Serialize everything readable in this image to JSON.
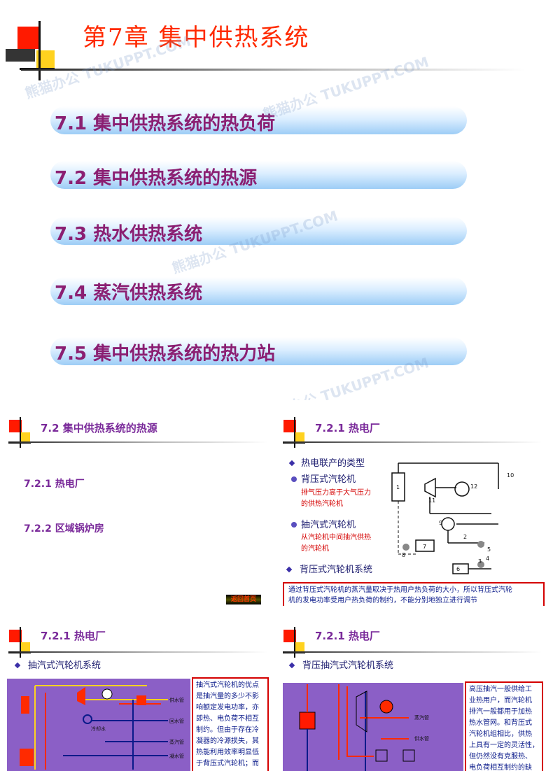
{
  "main": {
    "title": "第7章  集中供热系统",
    "items": [
      {
        "label": "7.1  集中供热系统的热负荷"
      },
      {
        "label": "7.2  集中供热系统的热源"
      },
      {
        "label": "7.3  热水供热系统"
      },
      {
        "label": "7.4 蒸汽供热系统"
      },
      {
        "label": "7.5  集中供热系统的热力站"
      }
    ],
    "watermark": "熊猫办公 TUKUPPT.COM"
  },
  "slide_a": {
    "title": "7.2  集中供热系统的热源",
    "items": [
      {
        "label": "7.2.1  热电厂"
      },
      {
        "label": "7.2.2  区域锅炉房"
      }
    ],
    "return_button": "返回首页"
  },
  "slide_b": {
    "title": "7.2.1 热电厂",
    "bullet1": "热电联产的类型",
    "sub1": "背压式汽轮机",
    "note1_line1": "排气压力高于大气压力",
    "note1_line2": "的供热汽轮机",
    "sub2": "抽汽式汽轮机",
    "note2_line1": "从汽轮机中间抽汽供热",
    "note2_line2": "的汽轮机",
    "bullet2": "背压式汽轮机系统",
    "box_line1": "通过背压式汽轮机的蒸汽量取决于热用户热负荷的大小，所以背压式汽轮",
    "box_line2": "机的发电功率受用户热负荷的制约，不能分别地独立进行调节",
    "diagram_numbers": [
      "1",
      "2",
      "3",
      "4",
      "5",
      "6",
      "7",
      "8",
      "9",
      "10",
      "11",
      "12"
    ]
  },
  "slide_c": {
    "title": "7.2.1 热电厂",
    "bullet": "抽汽式汽轮机系统",
    "diagram_labels": [
      "供水管",
      "回水管",
      "蒸汽管",
      "凝水管",
      "冷却水"
    ],
    "text_lines": [
      "抽汽式汽轮机的优点",
      "是抽汽量的多少不影",
      "响额定发电功率，亦",
      "即热、电负荷不相互",
      "制约。但由于存在冷",
      "凝器的冷源损失，其",
      "热能利用效率明显低",
      "于背压式汽轮机；而"
    ]
  },
  "slide_d": {
    "title": "7.2.1 热电厂",
    "bullet": "背压抽汽式汽轮机系统",
    "diagram_labels": [
      "蒸汽管",
      "供水管"
    ],
    "text_lines": [
      "高压抽汽一般供给工",
      "业热用户，而汽轮机",
      "排汽一般都用于加热",
      "热水管网。和背压式",
      "汽轮机组相比，供热",
      "上具有一定的灵活性，",
      "但仍然没有克服热、",
      "电负荷相互制约的缺"
    ]
  },
  "colors": {
    "title_red": "#ff2a00",
    "item_purple": "#8b1f72",
    "pill_blue": "#9dcdf6",
    "panel_purple": "#8b5fc6"
  }
}
